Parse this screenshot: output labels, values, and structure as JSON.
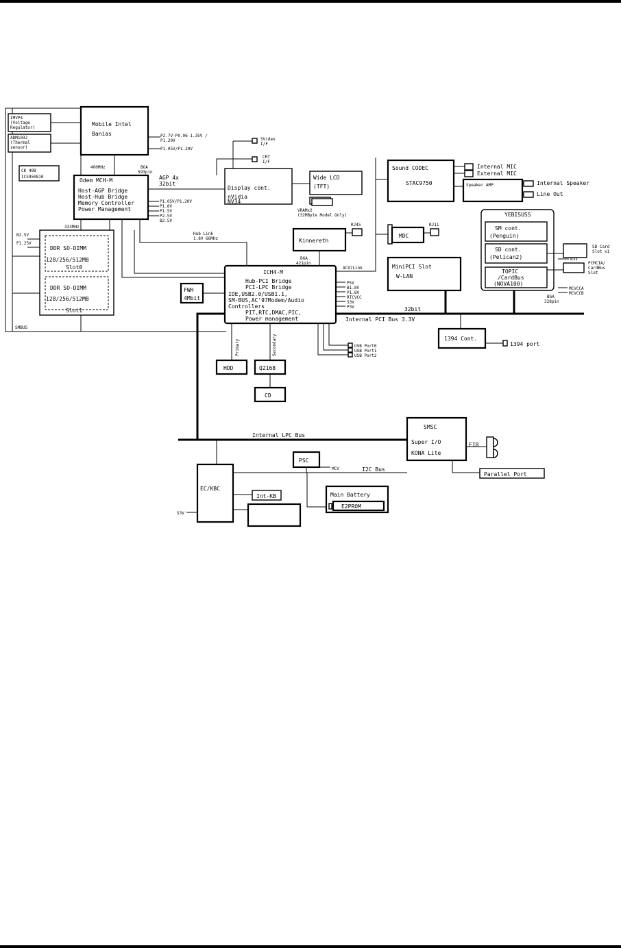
{
  "blocks": {
    "imvp4": [
      "IMVP4",
      "(Voltage",
      "Regulator)"
    ],
    "adm1032": [
      "ADM1032",
      "(Thermal",
      "sensor)"
    ],
    "cpu": [
      "Mobile Intel",
      "Banias"
    ],
    "cpu_volts": [
      "P2.7V-P0.96-1.35V /",
      "P1.20V",
      "P1.05V/P1.20V"
    ],
    "clock": [
      "CK 408",
      "ICS950810"
    ],
    "fsb": "400MHz",
    "mch_pkg": [
      "BGA",
      "593pin"
    ],
    "mch": [
      "Odem MCH-M",
      "Host-AGP Bridge",
      "Host-Hub Bridge",
      "Memory Controller",
      "Power Management"
    ],
    "mch_volts": [
      "P1.05V/P1.20V",
      "P1.8V",
      "P1.5V",
      "P2.5V",
      "B2.5V"
    ],
    "agp": [
      "AGP 4x",
      "32bit"
    ],
    "svideo": [
      "SVideo",
      "I/F"
    ],
    "crt": [
      "CRT",
      "I/F"
    ],
    "display": [
      "Display cont.",
      "nVidia",
      "NV34"
    ],
    "lcd": [
      "Wide LCD",
      "(TFT)"
    ],
    "vram": [
      "VRAMx2",
      "(32MByte Model Only)"
    ],
    "mem_clock": "333MHz",
    "mem_volts": [
      "B2.5V",
      "P1.25V"
    ],
    "dimm0": [
      "DDR SO-DIMM",
      "128/256/512MB",
      "Slot0"
    ],
    "dimm1": [
      "DDR SO-DIMM",
      "128/256/512MB",
      "Slot1"
    ],
    "smbus": "SMBUS",
    "hub_link": [
      "Hub Link",
      "1.8V 66MHz"
    ],
    "ich_pkg": [
      "BGA",
      "421pin"
    ],
    "ich": [
      "ICH4-M",
      "Hub-PCI Bridge",
      "PCI-LPC Bridge",
      "IDE,USB2.0/USB1.1,",
      "SM-BUS,AC'97Modem/Audio",
      "Controllers",
      "PIT,RTC,DMAC,PIC,",
      "Power management"
    ],
    "ich_volts": [
      "P5V",
      "B1.8V",
      "P1.8V",
      "RTCVCC",
      "S3V",
      "P3V"
    ],
    "fwh": [
      "FWH",
      "4Mbit"
    ],
    "ide": [
      "Primary",
      "Secondary"
    ],
    "hdd": "HDD",
    "bay": "Q2168",
    "cd": "CD",
    "usb": [
      "USB Port0",
      "USB Port1",
      "USB Port2"
    ],
    "kinnereth": "Kinnereth",
    "rj45": "RJ45",
    "sound": [
      "Sound CODEC",
      "STAC9750"
    ],
    "mic": [
      "Internal MIC",
      "External MIC"
    ],
    "amp": [
      "Speaker AMP",
      "Internal Speaker",
      "Line Out"
    ],
    "mdc": "MDC",
    "rj11": "RJ11",
    "ac97": "AC97Link",
    "minipci": [
      "MiniPCI Slot",
      "W-LAN"
    ],
    "yebisu": [
      "YEBISUSS",
      "SM cont.",
      "(Penguin)",
      "SD cont.",
      "(Pelican2)",
      "TOPIC",
      "/CardBus",
      "(NOVA100)"
    ],
    "card_slots": [
      "SD Card",
      "Slot x1",
      "PCMCIA/",
      "CardBus",
      "Slot"
    ],
    "card_volts": [
      "B3V",
      "MCVCCA",
      "MCVCCB"
    ],
    "yebisu_pkg": [
      "BGA",
      "328pin"
    ],
    "pci_width": "32bit",
    "pci_bus": "Internal PCI Bus 3.3V",
    "ieee1394": [
      "1394 Cont.",
      "1394 port"
    ],
    "lpc_bus": "Internal LPC Bus",
    "smsc": [
      "SMSC",
      "Super I/O",
      "KONA Lite"
    ],
    "fir": "FIR",
    "parallel": "Parallel Port",
    "psc": "PSC",
    "mcv": "MCV",
    "i2c": "I2C Bus",
    "eckbc": "EC/KBC",
    "intkb": "Int-KB",
    "ec_volt": "S3V",
    "battery": [
      "Main Battery",
      "E2PROM"
    ]
  }
}
